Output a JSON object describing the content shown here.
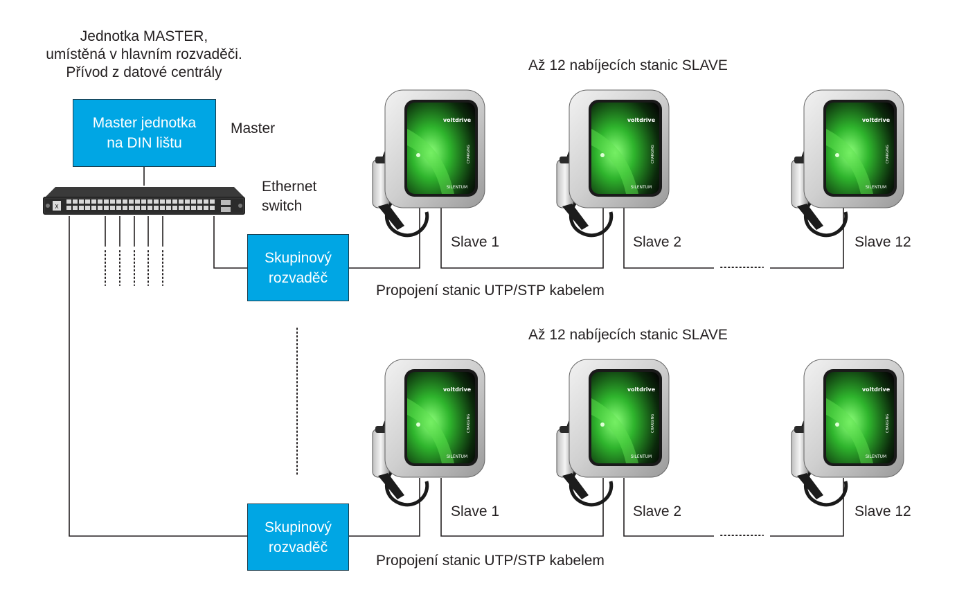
{
  "master": {
    "caption_lines": [
      "Jednotka MASTER,",
      "umístěná v hlavním rozvaděči.",
      "Přívod z datové centrály"
    ],
    "box_lines": [
      "Master jednotka",
      "na DIN lištu"
    ],
    "label": "Master"
  },
  "switch": {
    "label_lines": [
      "Ethernet",
      "switch"
    ]
  },
  "groups": [
    {
      "heading": "Až 12 nabíjecích stanic SLAVE",
      "box_lines": [
        "Skupinový",
        "rozvaděč"
      ],
      "cable_label": "Propojení stanic UTP/STP kabelem",
      "stations": [
        {
          "label": "Slave 1",
          "brand": "voltdrive",
          "model": "SILENTUM",
          "side": "CHARGING"
        },
        {
          "label": "Slave 2",
          "brand": "voltdrive",
          "model": "SILENTUM",
          "side": "CHARGING"
        },
        {
          "label": "Slave 12",
          "brand": "voltdrive",
          "model": "SILENTUM",
          "side": "CHARGING"
        }
      ]
    },
    {
      "heading": "Až 12 nabíjecích stanic SLAVE",
      "box_lines": [
        "Skupinový",
        "rozvaděč"
      ],
      "cable_label": "Propojení stanic UTP/STP kabelem",
      "stations": [
        {
          "label": "Slave 1",
          "brand": "voltdrive",
          "model": "SILENTUM",
          "side": "CHARGING"
        },
        {
          "label": "Slave 2",
          "brand": "voltdrive",
          "model": "SILENTUM",
          "side": "CHARGING"
        },
        {
          "label": "Slave 12",
          "brand": "voltdrive",
          "model": "SILENTUM",
          "side": "CHARGING"
        }
      ]
    }
  ],
  "colors": {
    "accent_box": "#00a6e4",
    "line": "#231f20",
    "screen_green": "#3ccf3a"
  }
}
